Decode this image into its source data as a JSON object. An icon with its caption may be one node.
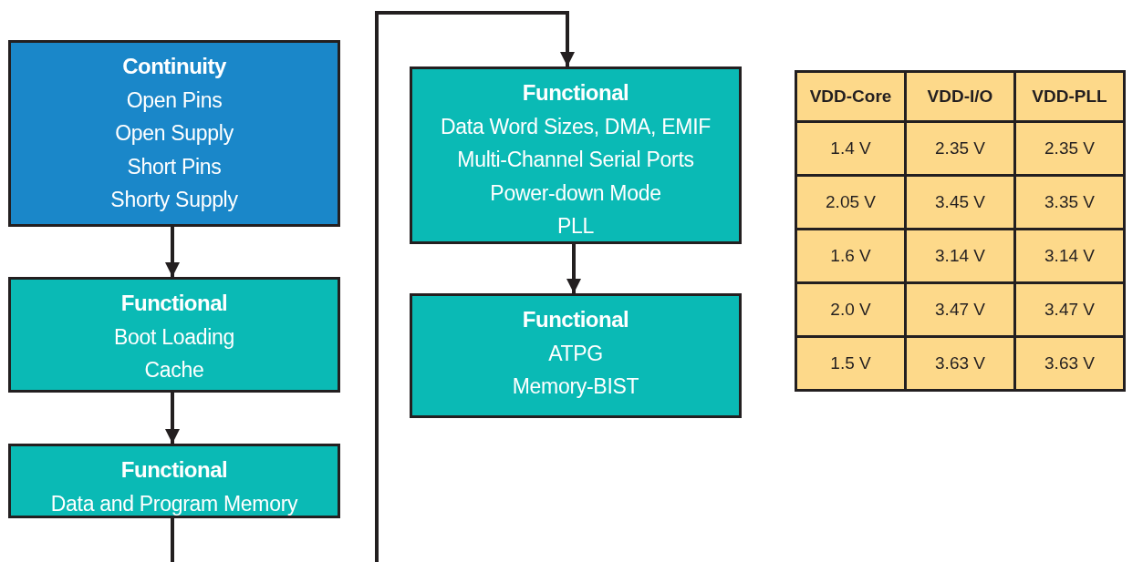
{
  "diagram": {
    "nodes": [
      {
        "text": [
          "Continuity",
          "Open Pins",
          "Open Supply",
          "Short Pins",
          "Shorty Supply"
        ]
      },
      {
        "text": [
          "Functional",
          "Boot Loading",
          "Cache"
        ]
      },
      {
        "text": [
          "Functional",
          "Data and Program Memory"
        ]
      },
      {
        "text": [
          "Functional",
          "Data Word Sizes, DMA, EMIF",
          "Multi-Channel Serial Ports",
          "Power-down Mode",
          "PLL"
        ]
      },
      {
        "text": [
          "Functional",
          "ATPG",
          "Memory-BIST"
        ]
      }
    ],
    "edges": [
      {
        "from": 0,
        "to": 1,
        "arrow": "to"
      },
      {
        "from": 1,
        "to": 2,
        "arrow": "to"
      },
      {
        "from": 2,
        "to": null,
        "arrow": "none"
      },
      {
        "from": null,
        "to": 3,
        "arrow": "to"
      },
      {
        "from": 3,
        "to": 4,
        "arrow": "to"
      }
    ],
    "labels": [
      "VDD-Core",
      "VDD-I/O",
      "VDD-PLL",
      "1.4 V",
      "2.35 V",
      "2.35 V",
      "2.05 V",
      "3.45 V",
      "3.35 V",
      "1.6 V",
      "3.14 V",
      "3.14 V",
      "2.0 V",
      "3.47 V",
      "3.47 V",
      "1.5 V",
      "3.63 V",
      "3.63 V"
    ]
  }
}
